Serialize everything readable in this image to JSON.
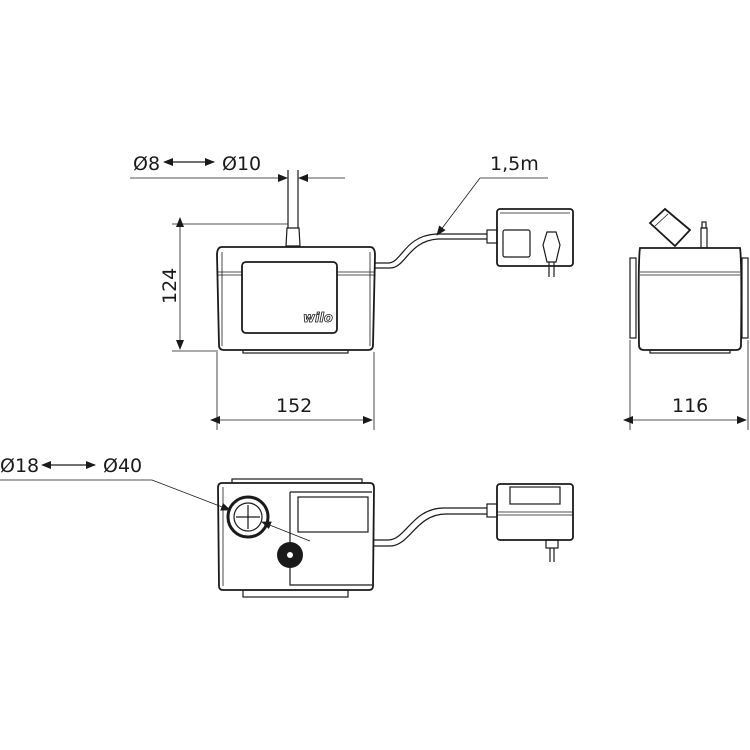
{
  "title": "Wilo condensate pump dimension drawing",
  "dimensions": {
    "tube_small": "Ø8",
    "tube_large": "Ø10",
    "cable_length": "1,5m",
    "height": "124",
    "width": "152",
    "depth": "116",
    "inlet_small": "Ø18",
    "inlet_large": "Ø40"
  },
  "logo": "wilo",
  "colors": {
    "line": "#1a1a1a",
    "background": "#ffffff"
  }
}
